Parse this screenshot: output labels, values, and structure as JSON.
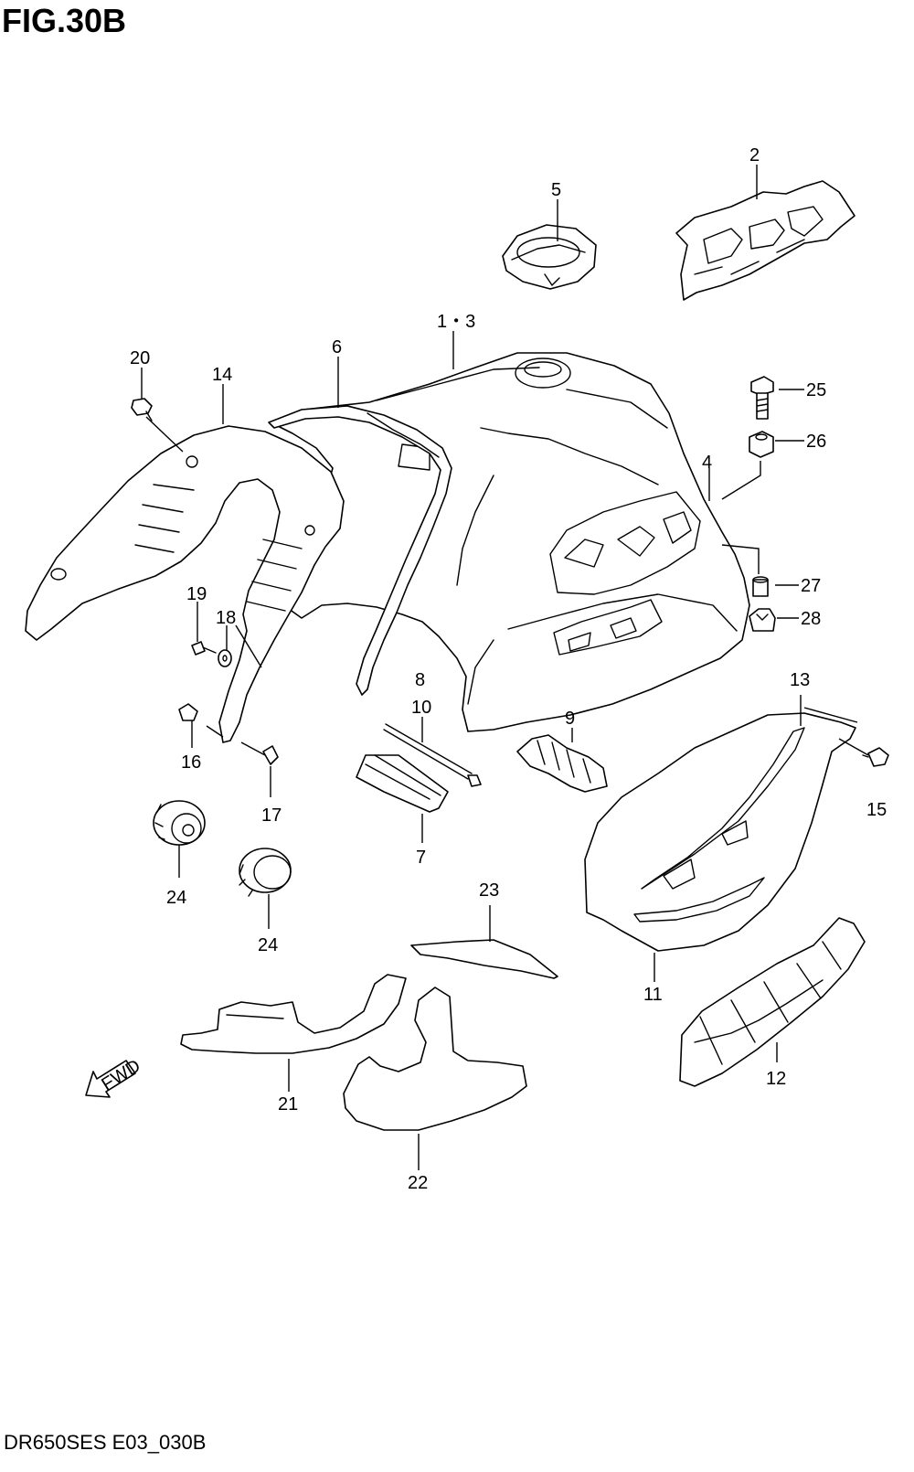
{
  "figure": {
    "title": "FIG.30B",
    "footer_code": "DR650SES E03_030B",
    "fwd_arrow_label": "FWD"
  },
  "callouts": {
    "c1_3": "1・3",
    "c2": "2",
    "c4": "4",
    "c5": "5",
    "c6": "6",
    "c7": "7",
    "c8": "8",
    "c9": "9",
    "c10": "10",
    "c11": "11",
    "c12": "12",
    "c13": "13",
    "c14": "14",
    "c15": "15",
    "c16": "16",
    "c17": "17",
    "c18": "18",
    "c19": "19",
    "c20": "20",
    "c21": "21",
    "c22": "22",
    "c23": "23",
    "c24a": "24",
    "c24b": "24",
    "c25": "25",
    "c26": "26",
    "c27": "27",
    "c28": "28"
  }
}
